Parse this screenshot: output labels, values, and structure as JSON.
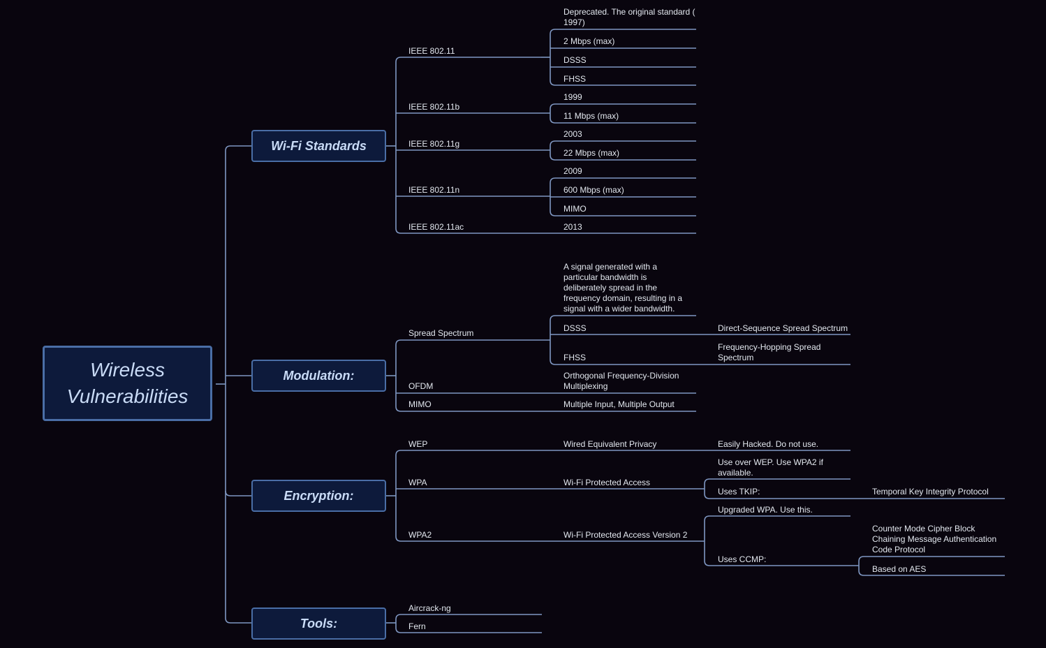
{
  "root": {
    "line1": "Wireless",
    "line2": "Vulnerabilities"
  },
  "categories": {
    "wifi": "Wi-Fi Standards",
    "modulation": "Modulation:",
    "encryption": "Encryption:",
    "tools": "Tools:"
  },
  "wifi": {
    "ieee80211": {
      "label": "IEEE 802.11",
      "items": [
        "Deprecated. The original standard ( 1997)",
        "2 Mbps (max)",
        "DSSS",
        "FHSS"
      ]
    },
    "ieee80211b": {
      "label": "IEEE 802.11b",
      "items": [
        "1999",
        "11 Mbps (max)"
      ]
    },
    "ieee80211g": {
      "label": "IEEE 802.11g",
      "items": [
        "2003",
        "22 Mbps (max)"
      ]
    },
    "ieee80211n": {
      "label": "IEEE 802.11n",
      "items": [
        "2009",
        "600 Mbps (max)",
        "MIMO"
      ]
    },
    "ieee80211ac": {
      "label": "IEEE 802.11ac",
      "items": [
        "2013"
      ]
    }
  },
  "modulation": {
    "spread": {
      "label": "Spread Spectrum",
      "desc": "A signal generated with a particular bandwidth is deliberately spread in the frequency domain, resulting in a signal with a wider bandwidth.",
      "dsss": "DSSS",
      "dsss_full": "Direct-Sequence Spread Spectrum",
      "fhss": "FHSS",
      "fhss_full": "Frequency-Hopping Spread Spectrum"
    },
    "ofdm": {
      "label": "OFDM",
      "full": "Orthogonal Frequency-Division Multiplexing"
    },
    "mimo": {
      "label": "MIMO",
      "full": "Multiple Input, Multiple Output"
    }
  },
  "encryption": {
    "wep": {
      "label": "WEP",
      "full": "Wired Equivalent Privacy",
      "note": "Easily Hacked. Do not use."
    },
    "wpa": {
      "label": "WPA",
      "full": "Wi-Fi Protected Access",
      "note": "Use over WEP. Use WPA2 if available.",
      "tkip": "Uses TKIP:",
      "tkip_full": "Temporal Key Integrity Protocol"
    },
    "wpa2": {
      "label": "WPA2",
      "full": "Wi-Fi Protected Access Version 2",
      "note": "Upgraded WPA. Use this.",
      "ccmp": "Uses CCMP:",
      "ccmp_full": "Counter Mode Cipher Block Chaining Message Authentication Code Protocol",
      "ccmp_aes": "Based on AES"
    }
  },
  "tools": {
    "items": [
      "Aircrack-ng",
      "Fern"
    ]
  },
  "colors": {
    "background": "#09050e",
    "line": "#7f97c2",
    "node_fill": "#0d1a3b",
    "node_border": "#4a6ea6",
    "node_text": "#c9dbf6",
    "leaf_text": "#e3e8ef"
  }
}
